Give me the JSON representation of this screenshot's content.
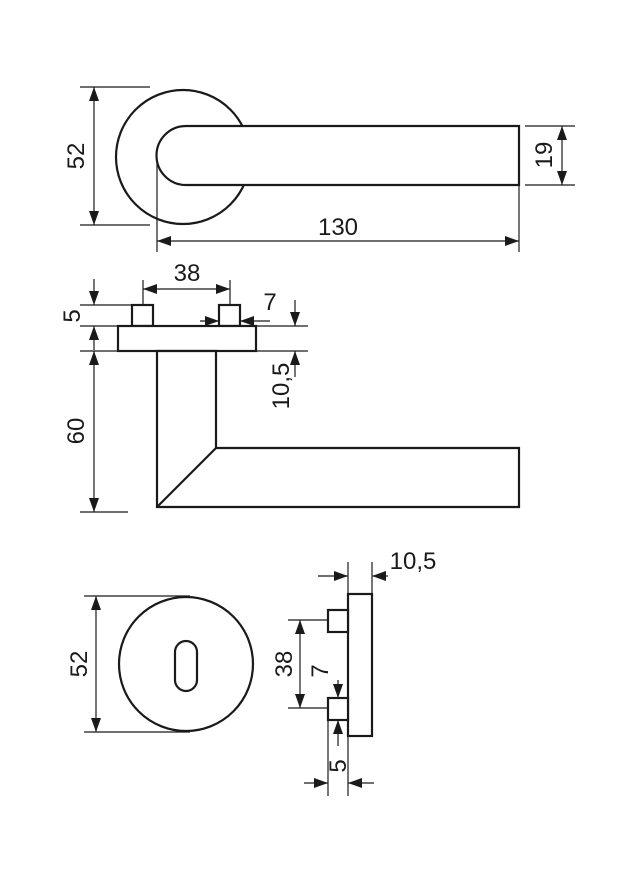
{
  "views": {
    "top": {
      "rose_diameter": "52",
      "handle_length": "130",
      "handle_thickness": "19"
    },
    "side": {
      "pin_spacing": "38",
      "pin_length": "5",
      "pin_width": "7",
      "rose_height": "10,5",
      "handle_height": "60"
    },
    "escutcheon_front": {
      "diameter": "52"
    },
    "escutcheon_side": {
      "thickness": "10,5",
      "pin_spacing": "38",
      "pin_width": "7",
      "pin_length": "5"
    }
  },
  "colors": {
    "line": "#1a1a1a",
    "background": "#ffffff"
  }
}
